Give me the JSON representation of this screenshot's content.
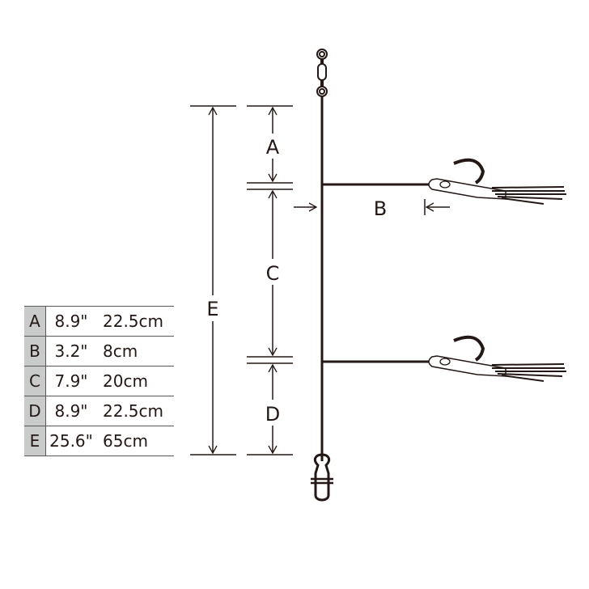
{
  "labels": {
    "A": "A",
    "B": "B",
    "C": "C",
    "D": "D",
    "E": "E"
  },
  "table": {
    "rows": [
      {
        "key": "A",
        "inch": "8.9\"",
        "cm": "22.5cm"
      },
      {
        "key": "B",
        "inch": "3.2\"",
        "cm": "8cm"
      },
      {
        "key": "C",
        "inch": "7.9\"",
        "cm": "20cm"
      },
      {
        "key": "D",
        "inch": "8.9\"",
        "cm": "22.5cm"
      },
      {
        "key": "E",
        "inch": "25.6\"",
        "cm": "65cm"
      }
    ]
  },
  "colors": {
    "line": "#231815",
    "table_key_bg": "#c9caca"
  }
}
